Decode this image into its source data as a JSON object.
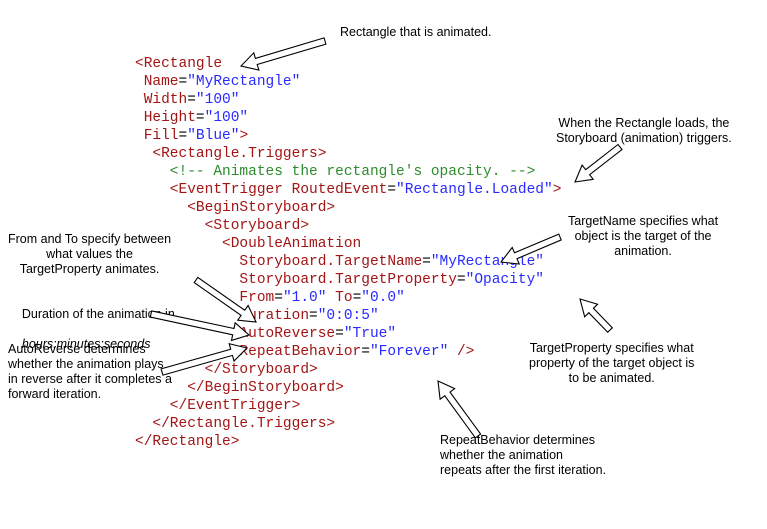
{
  "code_lines": [
    [
      {
        "t": "<Rectangle",
        "c": "red"
      }
    ],
    [
      {
        "t": " Name",
        "c": "red"
      },
      {
        "t": "=",
        "c": "eq"
      },
      {
        "t": "\"MyRectangle\"",
        "c": "blue"
      }
    ],
    [
      {
        "t": " Width",
        "c": "red"
      },
      {
        "t": "=",
        "c": "eq"
      },
      {
        "t": "\"100\"",
        "c": "blue"
      }
    ],
    [
      {
        "t": " Height",
        "c": "red"
      },
      {
        "t": "=",
        "c": "eq"
      },
      {
        "t": "\"100\"",
        "c": "blue"
      }
    ],
    [
      {
        "t": " Fill",
        "c": "red"
      },
      {
        "t": "=",
        "c": "eq"
      },
      {
        "t": "\"Blue\"",
        "c": "blue"
      },
      {
        "t": ">",
        "c": "red"
      }
    ],
    [
      {
        "t": "  <Rectangle.Triggers>",
        "c": "red"
      }
    ],
    [
      {
        "t": "    <!-- Animates the rectangle's opacity. -->",
        "c": "green"
      }
    ],
    [
      {
        "t": "    <EventTrigger RoutedEvent",
        "c": "red"
      },
      {
        "t": "=",
        "c": "eq"
      },
      {
        "t": "\"Rectangle.Loaded\"",
        "c": "blue"
      },
      {
        "t": ">",
        "c": "red"
      }
    ],
    [
      {
        "t": "      <BeginStoryboard>",
        "c": "red"
      }
    ],
    [
      {
        "t": "        <Storyboard>",
        "c": "red"
      }
    ],
    [
      {
        "t": "          <DoubleAnimation",
        "c": "red"
      }
    ],
    [
      {
        "t": "            Storyboard.TargetName",
        "c": "red"
      },
      {
        "t": "=",
        "c": "eq"
      },
      {
        "t": "\"MyRectangle\"",
        "c": "blue"
      }
    ],
    [
      {
        "t": "            Storyboard.TargetProperty",
        "c": "red"
      },
      {
        "t": "=",
        "c": "eq"
      },
      {
        "t": "\"Opacity\"",
        "c": "blue"
      }
    ],
    [
      {
        "t": "            From",
        "c": "red"
      },
      {
        "t": "=",
        "c": "eq"
      },
      {
        "t": "\"1.0\"",
        "c": "blue"
      },
      {
        "t": " To",
        "c": "red"
      },
      {
        "t": "=",
        "c": "eq"
      },
      {
        "t": "\"0.0\"",
        "c": "blue"
      }
    ],
    [
      {
        "t": "            Duration",
        "c": "red"
      },
      {
        "t": "=",
        "c": "eq"
      },
      {
        "t": "\"0:0:5\"",
        "c": "blue"
      }
    ],
    [
      {
        "t": "            AutoReverse",
        "c": "red"
      },
      {
        "t": "=",
        "c": "eq"
      },
      {
        "t": "\"True\"",
        "c": "blue"
      }
    ],
    [
      {
        "t": "            RepeatBehavior",
        "c": "red"
      },
      {
        "t": "=",
        "c": "eq"
      },
      {
        "t": "\"Forever\"",
        "c": "blue"
      },
      {
        "t": " />",
        "c": "red"
      }
    ],
    [
      {
        "t": "        </Storyboard>",
        "c": "red"
      }
    ],
    [
      {
        "t": "      </BeginStoryboard>",
        "c": "red"
      }
    ],
    [
      {
        "t": "    </EventTrigger>",
        "c": "red"
      }
    ],
    [
      {
        "t": "  </Rectangle.Triggers>",
        "c": "red"
      }
    ],
    [
      {
        "t": "</Rectangle>",
        "c": "red"
      }
    ]
  ],
  "notes": {
    "rectangle_animated": "Rectangle that is animated.",
    "rectangle_loads": "When the Rectangle loads, the\nStoryboard (animation) triggers.",
    "from_to": "From and To specify between\nwhat values the\nTargetProperty animates.",
    "duration_line1": "Duration of the animation in",
    "duration_line2": "hours:minutes:seconds",
    "autoreverse": "AutoReverse determines\nwhether the animation plays\nin reverse after it completes a\nforward iteration.",
    "targetname": "TargetName specifies what\nobject is the target of the\nanimation.",
    "targetproperty": "TargetProperty specifies what\nproperty of the target object is\nto be animated.",
    "repeatbehavior": "RepeatBehavior determines\nwhether the animation\nrepeats after the first iteration."
  },
  "colors": {
    "markup": "#a31515",
    "value": "#2a2aff",
    "comment": "#2e8b2e",
    "arrow_fill": "#ffffff",
    "arrow_stroke": "#000000"
  }
}
